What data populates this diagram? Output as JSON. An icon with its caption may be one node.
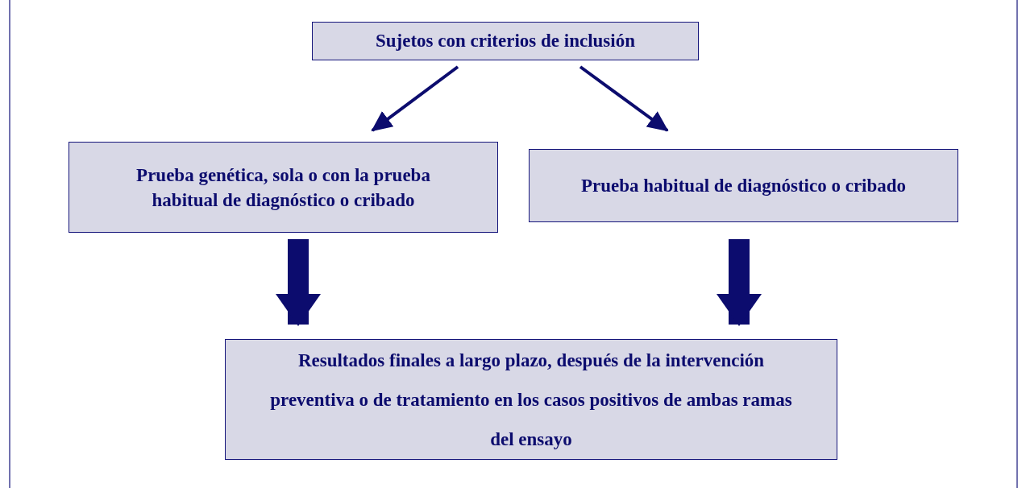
{
  "diagram": {
    "nodes": [
      {
        "text": [
          "Sujetos con criterios de inclusión"
        ]
      },
      {
        "text": [
          "Prueba genética, sola o con la prueba habitual de diagnóstico o cribado"
        ]
      },
      {
        "text": [
          "Prueba habitual de diagnóstico o cribado"
        ]
      },
      {
        "text": [
          "Resultados finales a largo plazo, después de la intervención preventiva o de tratamiento en los casos positivos de ambas ramas del ensayo"
        ]
      }
    ],
    "edges": [
      {
        "from": 0,
        "to": 1,
        "arrow": "to"
      },
      {
        "from": 0,
        "to": 2,
        "arrow": "to"
      },
      {
        "from": 1,
        "to": 3,
        "arrow": "to",
        "style": "thick"
      },
      {
        "from": 2,
        "to": 3,
        "arrow": "to",
        "style": "thick"
      }
    ]
  }
}
